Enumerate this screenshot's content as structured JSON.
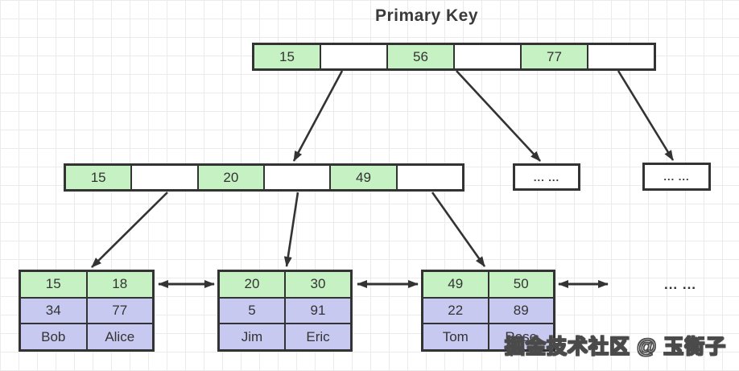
{
  "title": "Primary Key",
  "colors": {
    "cell_green": "#c6f2c3",
    "cell_purple": "#c8c9f0",
    "border": "#333333",
    "arrow": "#333333",
    "grid_line": "#ebebeb"
  },
  "root_node": {
    "cells": [
      "15",
      "",
      "56",
      "",
      "77",
      ""
    ]
  },
  "internal_node": {
    "cells": [
      "15",
      "",
      "20",
      "",
      "49",
      ""
    ]
  },
  "ellipsis_nodes": [
    {
      "label": "... ..."
    },
    {
      "label": "... ..."
    }
  ],
  "leaf_tables": [
    {
      "rows": [
        [
          "15",
          "18"
        ],
        [
          "34",
          "77"
        ],
        [
          "Bob",
          "Alice"
        ]
      ]
    },
    {
      "rows": [
        [
          "20",
          "30"
        ],
        [
          "5",
          "91"
        ],
        [
          "Jim",
          "Eric"
        ]
      ]
    },
    {
      "rows": [
        [
          "49",
          "50"
        ],
        [
          "22",
          "89"
        ],
        [
          "Tom",
          "Rose"
        ]
      ]
    }
  ],
  "leaf_ellipsis": "... ...",
  "watermark": "掘金技术社区 @ 玉衡子"
}
